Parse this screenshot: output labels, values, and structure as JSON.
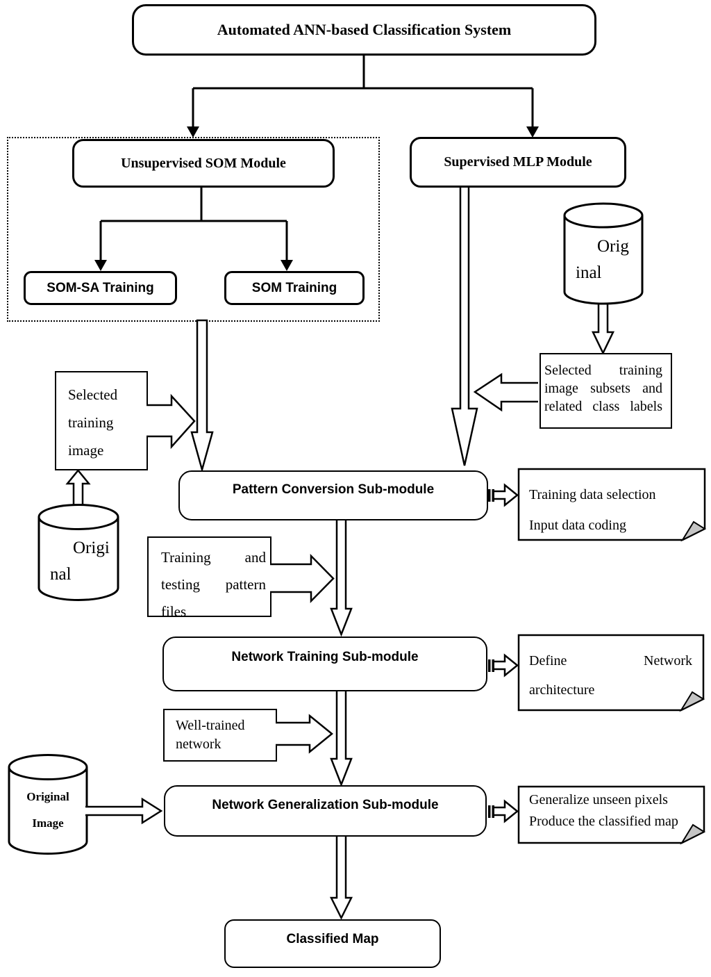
{
  "diagram": {
    "title": "Automated ANN-based Classification System",
    "unsupervised_module": "Unsupervised SOM Module",
    "supervised_module": "Supervised MLP Module",
    "som_sa_training": "SOM-SA Training",
    "som_training": "SOM Training",
    "pattern_submodule": "Pattern Conversion Sub-module",
    "network_training_submodule": "Network Training Sub-module",
    "network_generalization_submodule": "Network Generalization Sub-module",
    "classified_map": "Classified Map"
  },
  "cylinders": {
    "top_original": {
      "line1": "Orig",
      "line2": "inal"
    },
    "left_original": {
      "line1": "Origi",
      "line2": "nal"
    },
    "bottom_original": {
      "line1": "Original",
      "line2": "Image"
    }
  },
  "callouts": {
    "selected_training_image": {
      "line1": "Selected",
      "line2": "training",
      "line3": "image"
    },
    "selected_subsets": {
      "l1w1": "Selected",
      "l1w2": "training",
      "l2w1": "image",
      "l2w2": "subsets",
      "l2w3": "and",
      "l3w1": "related",
      "l3w2": "class",
      "l3w3": "labels"
    },
    "training_files": {
      "l1w1": "Training",
      "l1w2": "and",
      "l2w1": "testing",
      "l2w2": "pattern",
      "l3": "files"
    },
    "well_trained": {
      "line1": "Well-trained",
      "line2": "network"
    }
  },
  "notes": {
    "pattern_note": {
      "line1": "Training data selection",
      "line2": "Input data coding"
    },
    "training_note": {
      "l1w1": "Define",
      "l1w2": "Network",
      "line2": "architecture"
    },
    "generalization_note": {
      "line1": "Generalize unseen pixels",
      "line2": "Produce the classified map"
    }
  },
  "colors": {
    "ink": "#000000",
    "paper": "#ffffff",
    "note_fold_gray": "#c4c4c4"
  }
}
